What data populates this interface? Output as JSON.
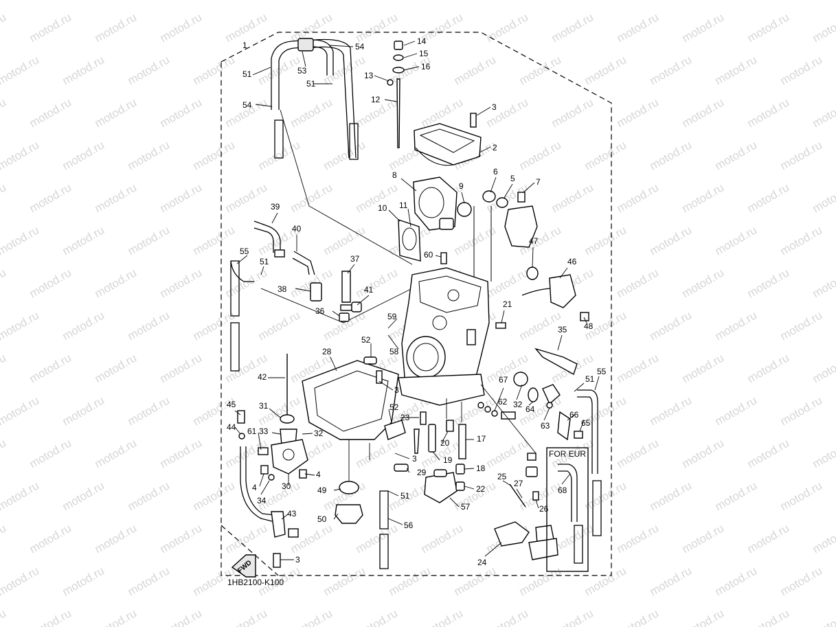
{
  "watermark": {
    "text": "motod.ru"
  },
  "diagram": {
    "code": "1HB2100-K100",
    "for_eur_label": "FOR EUR",
    "fwd_label": "FWD",
    "callouts": [
      {
        "id": "c1",
        "text": "1"
      },
      {
        "id": "c2",
        "text": "2"
      },
      {
        "id": "c3a",
        "text": "3"
      },
      {
        "id": "c3b",
        "text": "3"
      },
      {
        "id": "c3c",
        "text": "3"
      },
      {
        "id": "c3d",
        "text": "3"
      },
      {
        "id": "c4a",
        "text": "4"
      },
      {
        "id": "c4b",
        "text": "4"
      },
      {
        "id": "c5",
        "text": "5"
      },
      {
        "id": "c6",
        "text": "6"
      },
      {
        "id": "c7",
        "text": "7"
      },
      {
        "id": "c8",
        "text": "8"
      },
      {
        "id": "c9",
        "text": "9"
      },
      {
        "id": "c10",
        "text": "10"
      },
      {
        "id": "c11",
        "text": "11"
      },
      {
        "id": "c12",
        "text": "12"
      },
      {
        "id": "c13",
        "text": "13"
      },
      {
        "id": "c14",
        "text": "14"
      },
      {
        "id": "c15",
        "text": "15"
      },
      {
        "id": "c16",
        "text": "16"
      },
      {
        "id": "c17",
        "text": "17"
      },
      {
        "id": "c18",
        "text": "18"
      },
      {
        "id": "c19",
        "text": "19"
      },
      {
        "id": "c20",
        "text": "20"
      },
      {
        "id": "c21",
        "text": "21"
      },
      {
        "id": "c22",
        "text": "22"
      },
      {
        "id": "c23",
        "text": "23"
      },
      {
        "id": "c24",
        "text": "24"
      },
      {
        "id": "c25",
        "text": "25"
      },
      {
        "id": "c26",
        "text": "26"
      },
      {
        "id": "c27",
        "text": "27"
      },
      {
        "id": "c28",
        "text": "28"
      },
      {
        "id": "c29",
        "text": "29"
      },
      {
        "id": "c30",
        "text": "30"
      },
      {
        "id": "c31",
        "text": "31"
      },
      {
        "id": "c32a",
        "text": "32"
      },
      {
        "id": "c32b",
        "text": "32"
      },
      {
        "id": "c33",
        "text": "33"
      },
      {
        "id": "c34",
        "text": "34"
      },
      {
        "id": "c35",
        "text": "35"
      },
      {
        "id": "c36",
        "text": "36"
      },
      {
        "id": "c37",
        "text": "37"
      },
      {
        "id": "c38",
        "text": "38"
      },
      {
        "id": "c39",
        "text": "39"
      },
      {
        "id": "c40",
        "text": "40"
      },
      {
        "id": "c41",
        "text": "41"
      },
      {
        "id": "c42",
        "text": "42"
      },
      {
        "id": "c43",
        "text": "43"
      },
      {
        "id": "c44",
        "text": "44"
      },
      {
        "id": "c45",
        "text": "45"
      },
      {
        "id": "c46",
        "text": "46"
      },
      {
        "id": "c47",
        "text": "47"
      },
      {
        "id": "c48",
        "text": "48"
      },
      {
        "id": "c49",
        "text": "49"
      },
      {
        "id": "c50",
        "text": "50"
      },
      {
        "id": "c51a",
        "text": "51"
      },
      {
        "id": "c51b",
        "text": "51"
      },
      {
        "id": "c51c",
        "text": "51"
      },
      {
        "id": "c51d",
        "text": "51"
      },
      {
        "id": "c51e",
        "text": "51"
      },
      {
        "id": "c52a",
        "text": "52"
      },
      {
        "id": "c52b",
        "text": "52"
      },
      {
        "id": "c53",
        "text": "53"
      },
      {
        "id": "c54a",
        "text": "54"
      },
      {
        "id": "c54b",
        "text": "54"
      },
      {
        "id": "c55a",
        "text": "55"
      },
      {
        "id": "c55b",
        "text": "55"
      },
      {
        "id": "c56",
        "text": "56"
      },
      {
        "id": "c57",
        "text": "57"
      },
      {
        "id": "c58",
        "text": "58"
      },
      {
        "id": "c59",
        "text": "59"
      },
      {
        "id": "c60",
        "text": "60"
      },
      {
        "id": "c61",
        "text": "61"
      },
      {
        "id": "c62",
        "text": "62"
      },
      {
        "id": "c63",
        "text": "63"
      },
      {
        "id": "c64",
        "text": "64"
      },
      {
        "id": "c65",
        "text": "65"
      },
      {
        "id": "c66",
        "text": "66"
      },
      {
        "id": "c67",
        "text": "67"
      },
      {
        "id": "c68",
        "text": "68"
      }
    ]
  }
}
